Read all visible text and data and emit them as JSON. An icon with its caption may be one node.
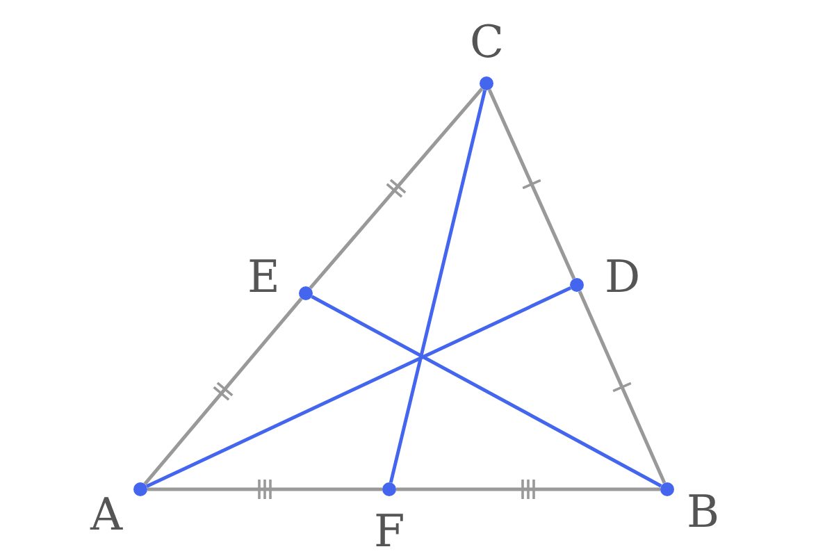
{
  "diagram": {
    "nodes": [
      {
        "text": [
          "A"
        ]
      },
      {
        "text": [
          "B"
        ]
      },
      {
        "text": [
          "C"
        ]
      },
      {
        "text": [
          "D"
        ]
      },
      {
        "text": [
          "E"
        ]
      },
      {
        "text": [
          "F"
        ]
      }
    ],
    "edges": [
      {
        "from": 0,
        "to": 5,
        "arrow": "none"
      },
      {
        "from": 5,
        "to": 1,
        "arrow": "none"
      },
      {
        "from": 1,
        "to": 3,
        "arrow": "none"
      },
      {
        "from": 3,
        "to": 2,
        "arrow": "none"
      },
      {
        "from": 2,
        "to": 4,
        "arrow": "none"
      },
      {
        "from": 4,
        "to": 0,
        "arrow": "none"
      },
      {
        "from": 2,
        "to": 5,
        "arrow": "none",
        "color": "#4466ee"
      },
      {
        "from": 0,
        "to": 3,
        "arrow": "none",
        "color": "#4466ee"
      },
      {
        "from": 1,
        "to": 4,
        "arrow": "none",
        "color": "#4466ee"
      }
    ]
  }
}
